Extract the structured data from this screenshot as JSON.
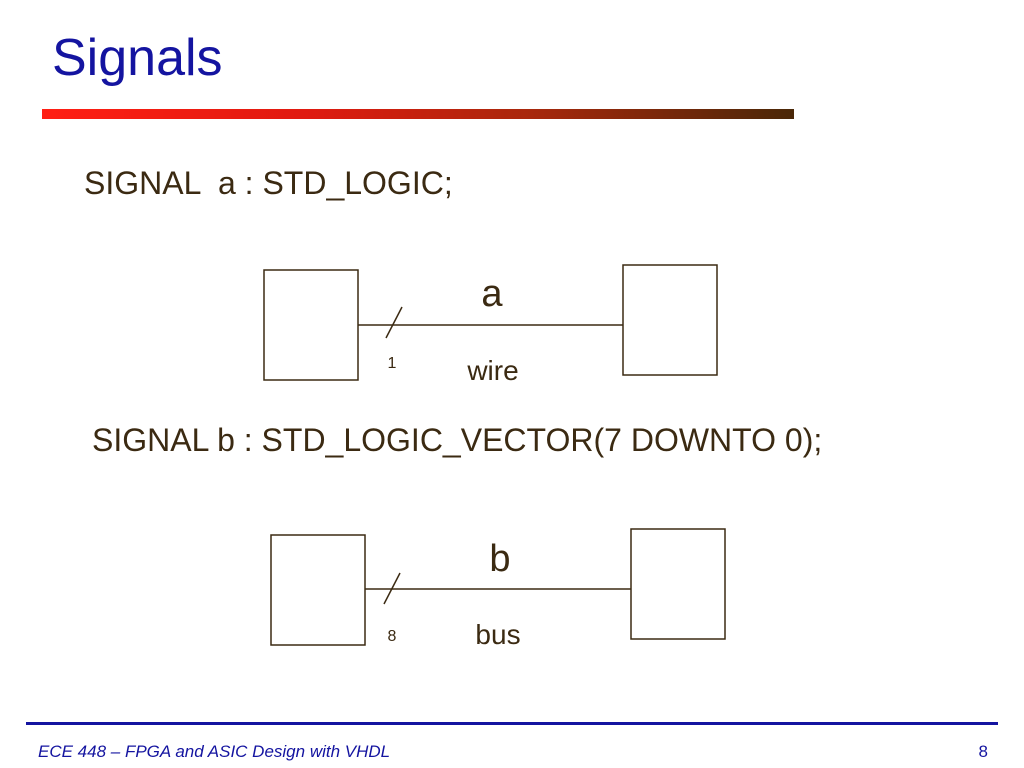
{
  "slide": {
    "title": "Signals",
    "footer": "ECE 448 – FPGA and ASIC Design with VHDL",
    "page_number": "8"
  },
  "colors": {
    "title": "#1414a0",
    "text": "#3b2a12",
    "line": "#3b2a12",
    "footer": "#1414a0"
  },
  "examples": [
    {
      "code": "SIGNAL  a : STD_LOGIC;",
      "signal_name": "a",
      "width": "1",
      "kind": "wire"
    },
    {
      "code": "SIGNAL b : STD_LOGIC_VECTOR(7 DOWNTO 0);",
      "signal_name": "b",
      "width": "8",
      "kind": "bus"
    }
  ]
}
